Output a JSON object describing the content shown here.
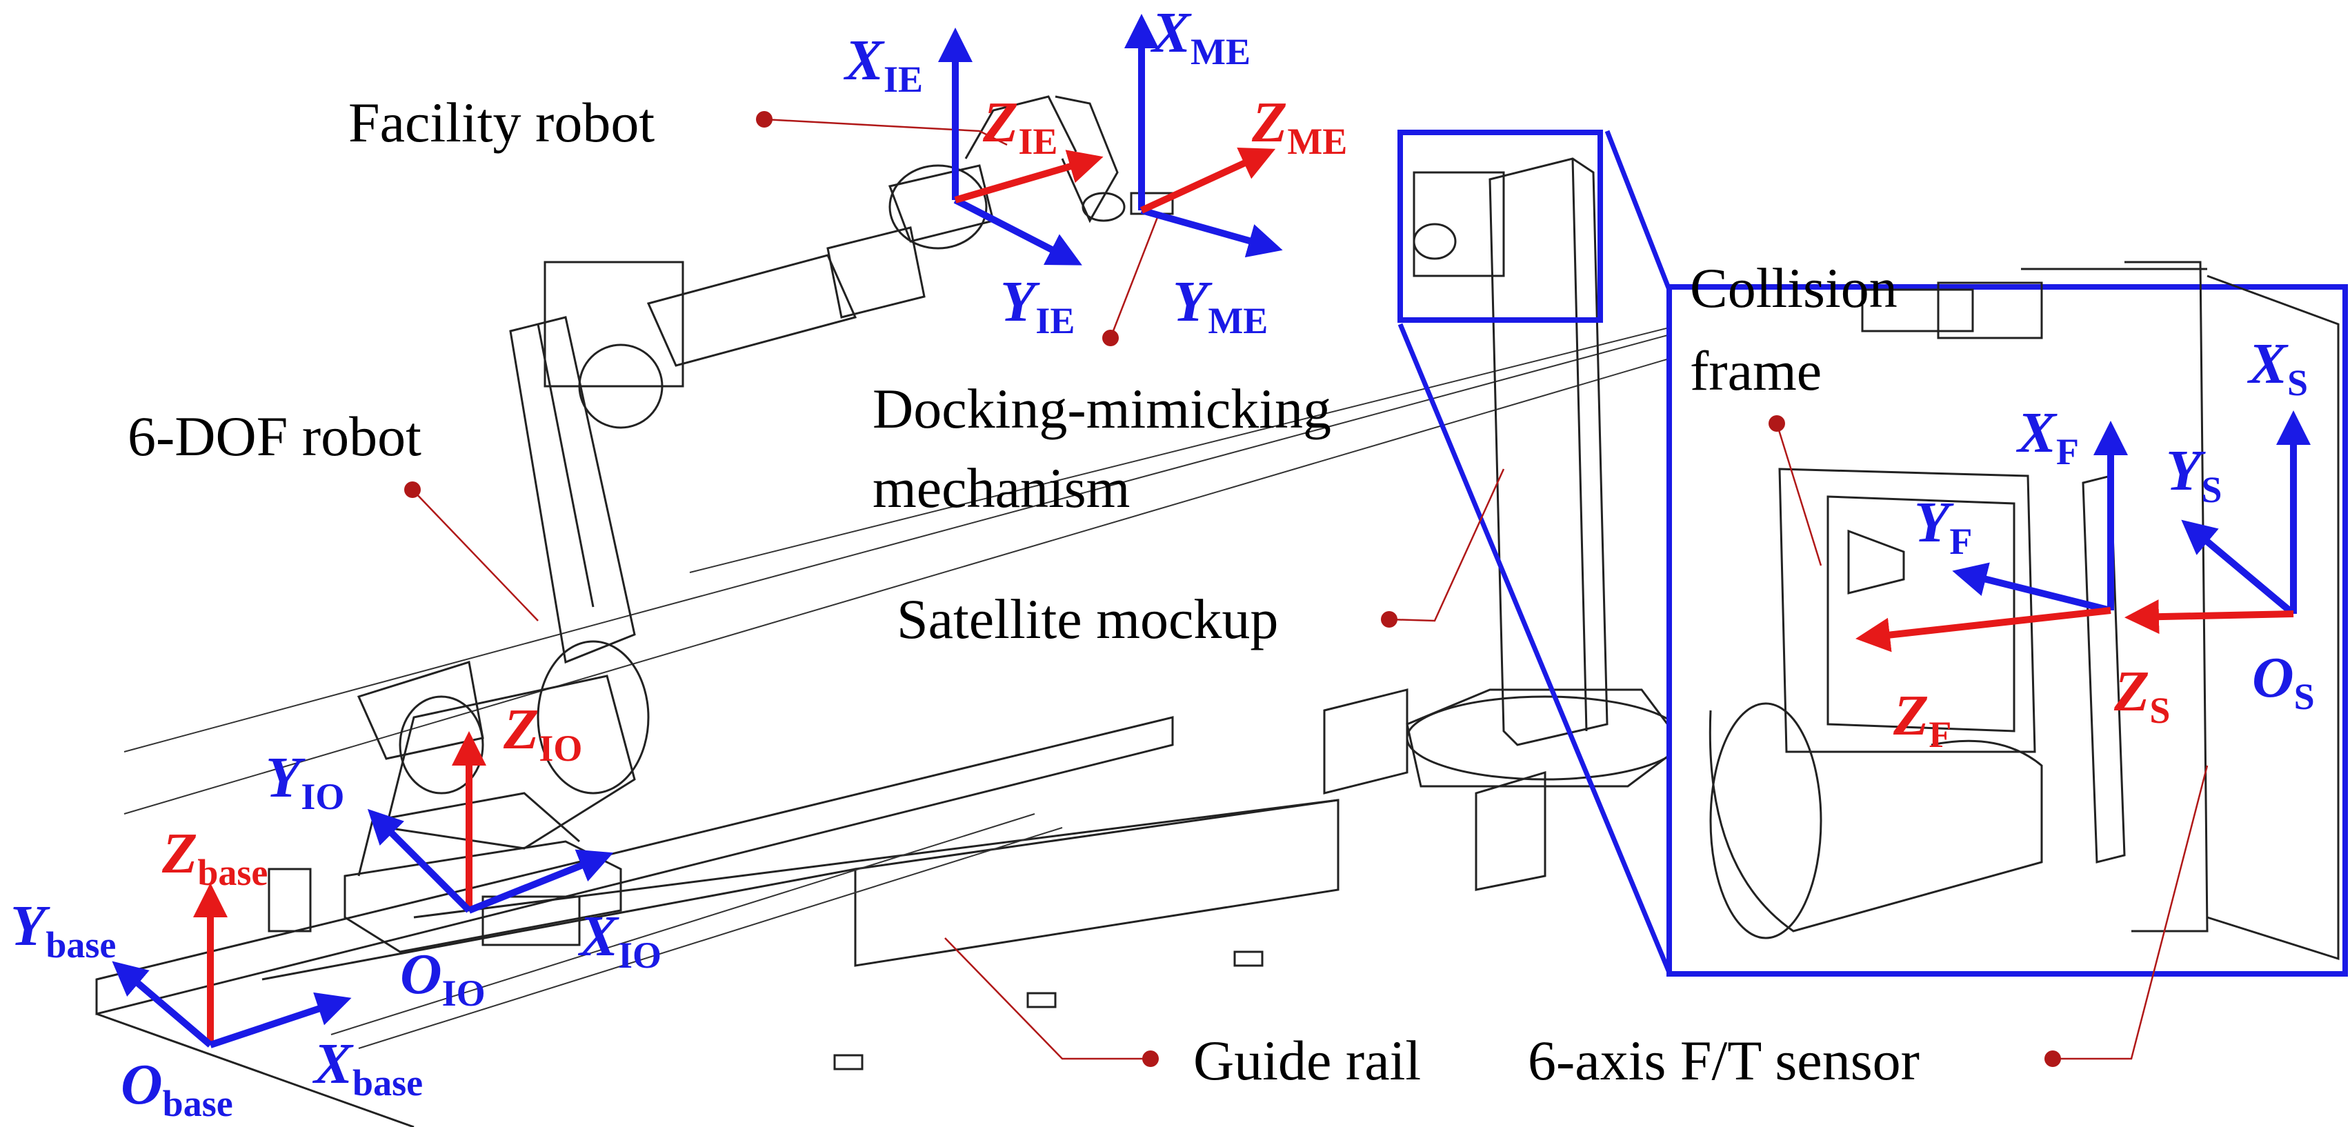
{
  "labels": {
    "facility_robot": "Facility robot",
    "six_dof_robot": "6-DOF robot",
    "docking_line1": "Docking-mimicking",
    "docking_line2": "mechanism",
    "satellite_mockup": "Satellite mockup",
    "guide_rail": "Guide rail",
    "ft_sensor": "6-axis F/T sensor",
    "collision_line1": "Collision",
    "collision_line2": "frame"
  },
  "frames": {
    "IE": {
      "x": "X",
      "y": "Y",
      "z": "Z",
      "sub": "IE"
    },
    "ME": {
      "x": "X",
      "y": "Y",
      "z": "Z",
      "sub": "ME"
    },
    "IO": {
      "x": "X",
      "y": "Y",
      "z": "Z",
      "o": "O",
      "sub": "IO"
    },
    "base": {
      "x": "X",
      "y": "Y",
      "z": "Z",
      "o": "O",
      "sub": "base"
    },
    "F": {
      "x": "X",
      "y": "Y",
      "z": "Z",
      "sub": "F"
    },
    "S": {
      "x": "X",
      "y": "Y",
      "z": "Z",
      "o": "O",
      "sub": "S"
    }
  },
  "colors": {
    "x_y_axes": "#1a1ae6",
    "z_axes": "#e61919",
    "leader": "#b01818",
    "drawing": "#222222"
  }
}
